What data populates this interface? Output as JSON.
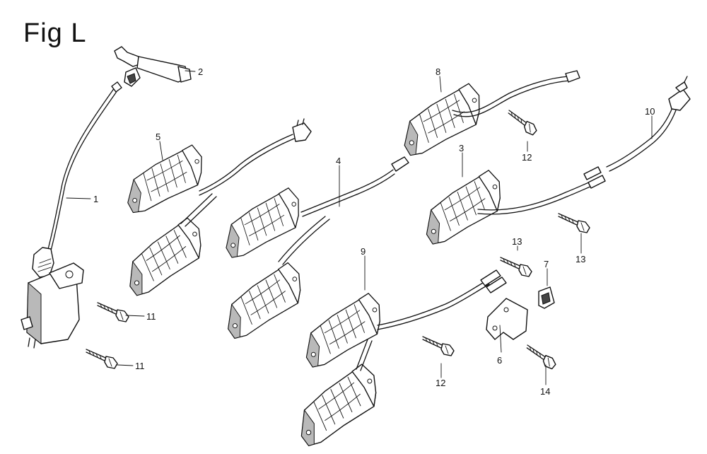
{
  "title": "Fig L",
  "callouts": {
    "c1": "1",
    "c2": "2",
    "c3": "3",
    "c4": "4",
    "c5": "5",
    "c6": "6",
    "c7": "7",
    "c8": "8",
    "c9": "9",
    "c10": "10",
    "c11a": "11",
    "c11b": "11",
    "c12a": "12",
    "c12b": "12",
    "c13a": "13",
    "c13b": "13",
    "c14": "14"
  }
}
